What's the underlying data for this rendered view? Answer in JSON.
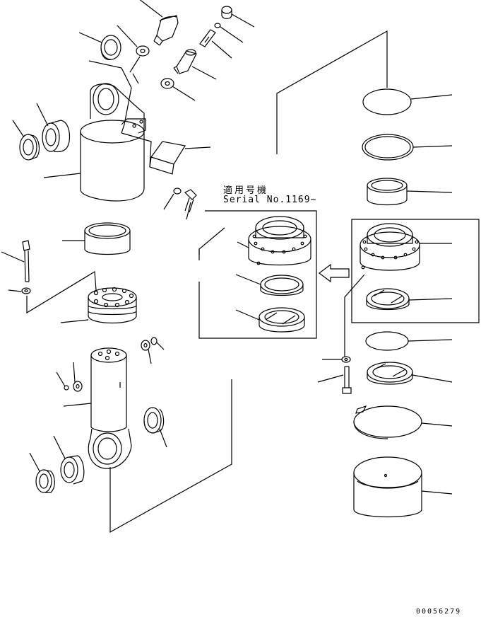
{
  "note": {
    "applicability_jp": "適用号機",
    "serial": "Serial No.1169~"
  },
  "drawing_number": "00056279"
}
